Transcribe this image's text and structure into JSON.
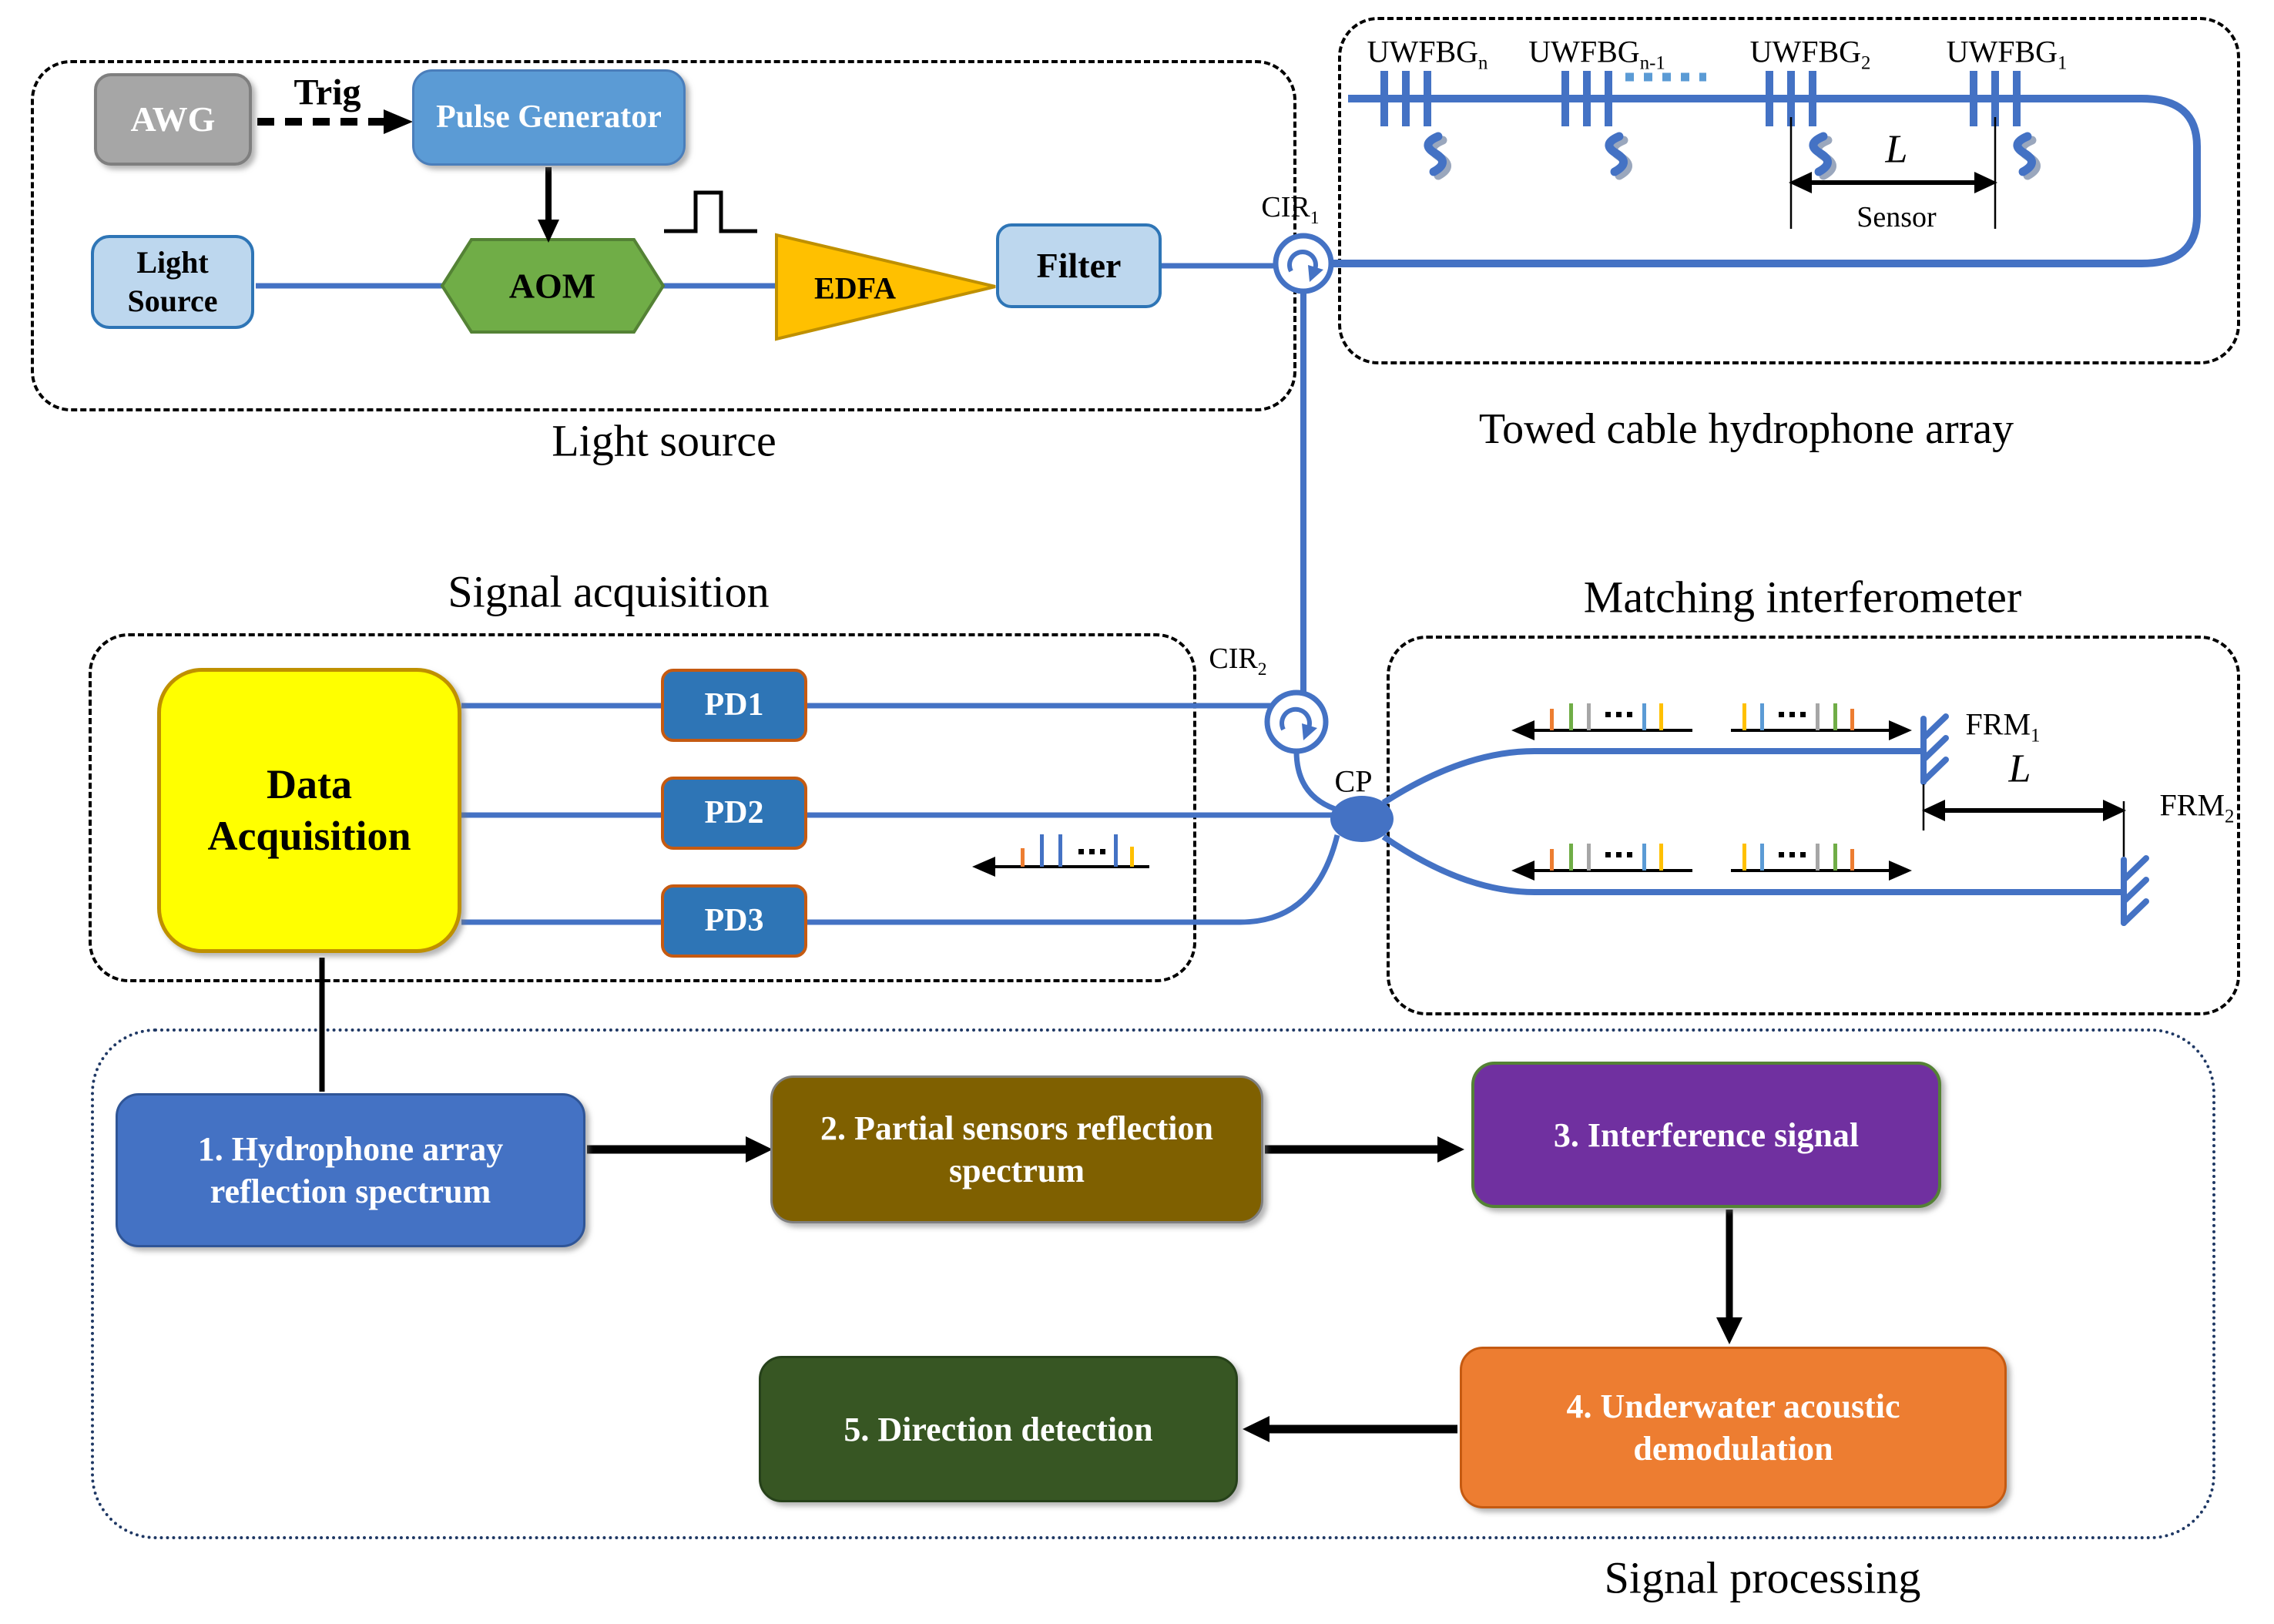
{
  "colors": {
    "fiber": "#4472C4",
    "awg_fill": "#A6A6A6",
    "pulse_generator_fill": "#5B9BD5",
    "light_source_fill": "#BDD7EE",
    "aom_fill": "#70AD47",
    "edfa_fill": "#FFC000",
    "filter_fill": "#BDD7EE",
    "data_acquisition_fill": "#FFFF00",
    "pd_fill": "#2E75B6",
    "pd_border": "#C55A11",
    "step1_fill": "#4472C4",
    "step2_fill": "#7F6000",
    "step3_fill": "#7030A0",
    "step4_fill": "#ED7D31",
    "step5_fill": "#375623",
    "spectrum_orange": "#ED7D31",
    "spectrum_green": "#70AD47",
    "spectrum_gray": "#A6A6A6",
    "spectrum_blue": "#5B9BD5",
    "spectrum_yellow": "#FFC000"
  },
  "light_source": {
    "title": "Light source",
    "awg": "AWG",
    "trig": "Trig",
    "pulse_generator": "Pulse Generator",
    "source": "Light Source",
    "aom": "AOM",
    "edfa": "EDFA",
    "filter": "Filter"
  },
  "array": {
    "title": "Towed cable hydrophone array",
    "sensors": [
      {
        "base": "UWFBG",
        "sub": "n"
      },
      {
        "base": "UWFBG",
        "sub": "n-1"
      },
      {
        "base": "UWFBG",
        "sub": "2"
      },
      {
        "base": "UWFBG",
        "sub": "1"
      }
    ],
    "length_label": "L",
    "sensor_label": "Sensor"
  },
  "acquisition": {
    "title": "Signal acquisition",
    "daq": "Data Acquisition",
    "pds": [
      "PD1",
      "PD2",
      "PD3"
    ]
  },
  "interferometer": {
    "title": "Matching interferometer",
    "frm1": {
      "base": "FRM",
      "sub": "1"
    },
    "frm2": {
      "base": "FRM",
      "sub": "2"
    },
    "length_label": "L"
  },
  "junctions": {
    "cir1": {
      "base": "CIR",
      "sub": "1"
    },
    "cir2": {
      "base": "CIR",
      "sub": "2"
    },
    "cp": "CP"
  },
  "processing": {
    "title": "Signal processing",
    "steps": [
      "1. Hydrophone array reflection spectrum",
      "2. Partial sensors reflection spectrum",
      "3. Interference signal",
      "4. Underwater acoustic demodulation",
      "5. Direction detection"
    ]
  }
}
